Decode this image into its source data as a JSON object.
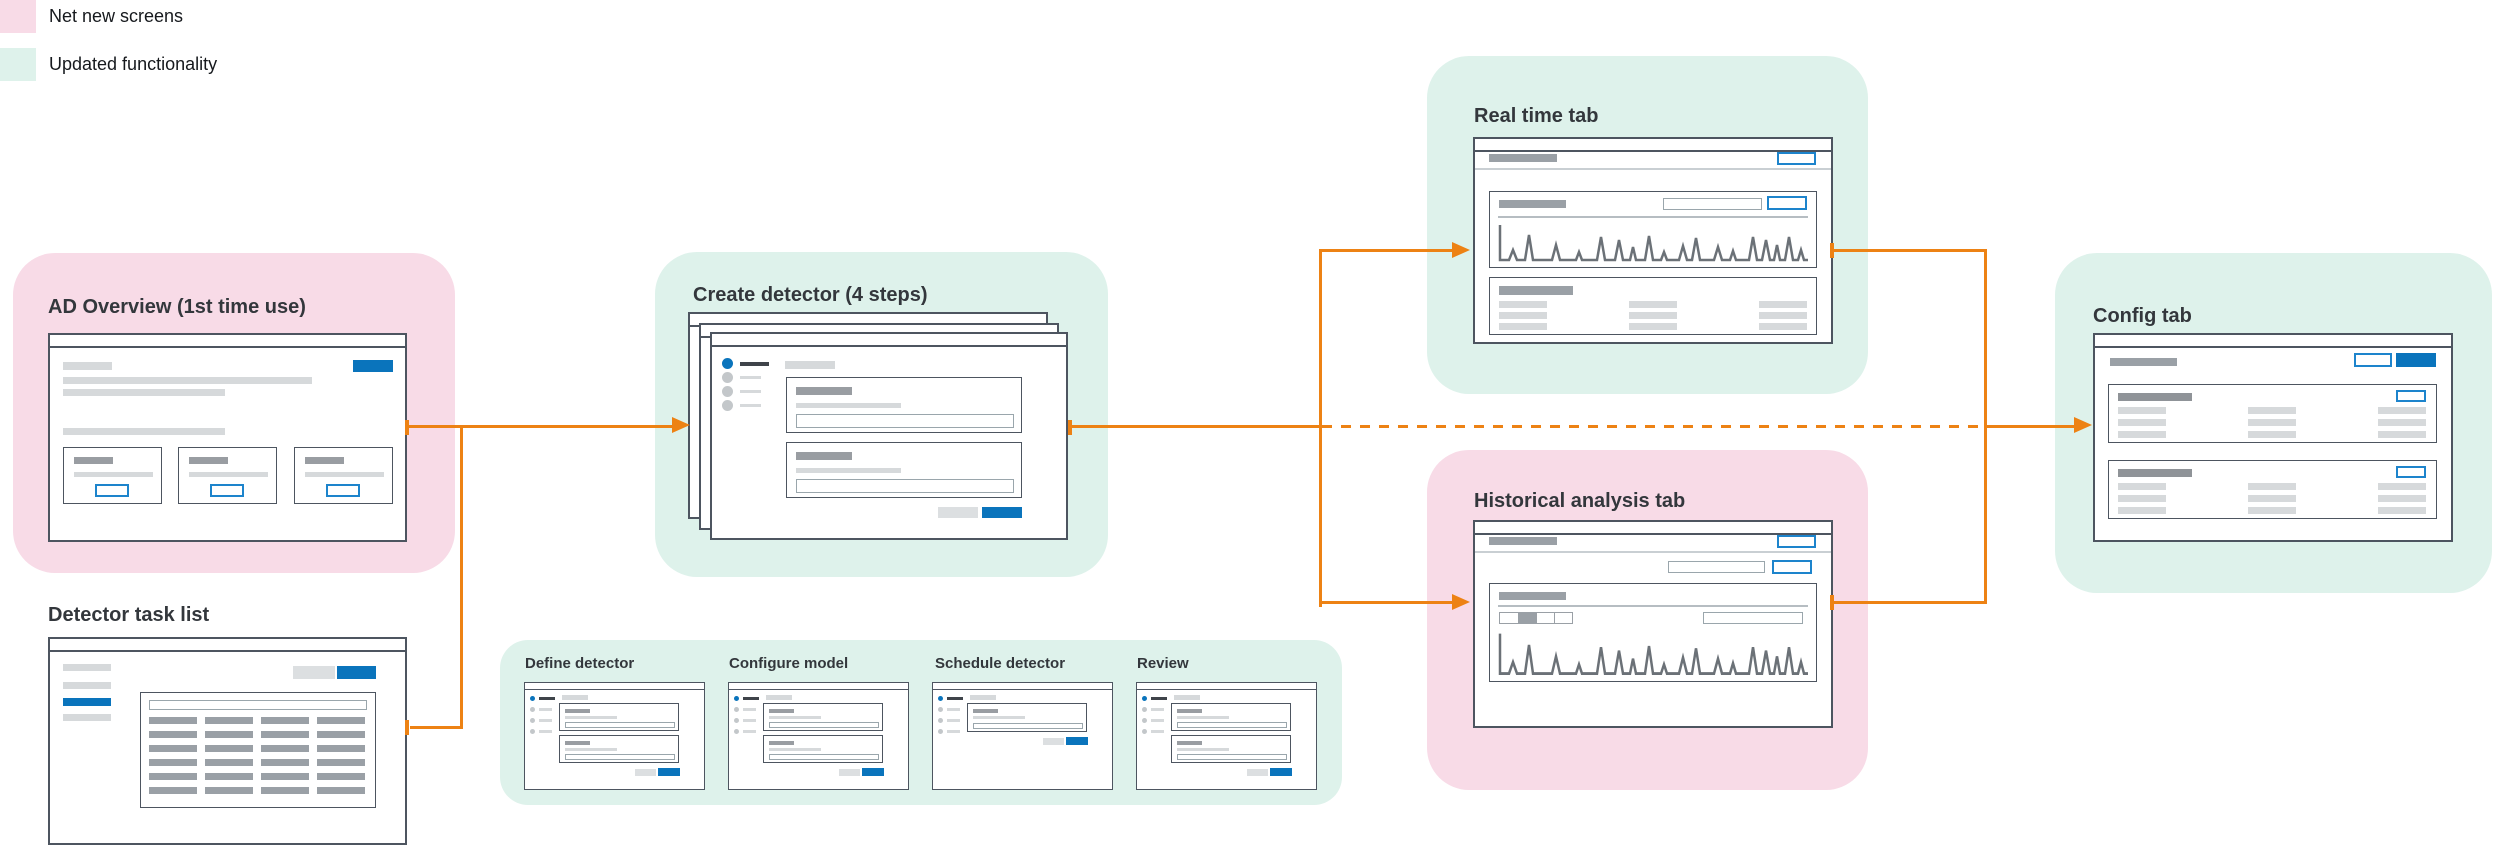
{
  "legend": {
    "items": [
      {
        "label": "Net new screens",
        "color": "#f8dbe7"
      },
      {
        "label": "Updated functionality",
        "color": "#def2eb"
      }
    ]
  },
  "groups": {
    "ad_overview": {
      "title": "AD Overview (1st time use)",
      "highlight": "net-new"
    },
    "detector_task_list": {
      "title": "Detector task list",
      "highlight": "none"
    },
    "create_detector": {
      "title": "Create detector (4 steps)",
      "highlight": "updated"
    },
    "steps": {
      "items": [
        {
          "title": "Define detector"
        },
        {
          "title": "Configure model"
        },
        {
          "title": "Schedule detector"
        },
        {
          "title": "Review"
        }
      ],
      "highlight": "updated"
    },
    "real_time": {
      "title": "Real time tab",
      "highlight": "updated"
    },
    "historical": {
      "title": "Historical analysis tab",
      "highlight": "net-new"
    },
    "config": {
      "title": "Config tab",
      "highlight": "updated"
    }
  },
  "colors": {
    "accent_orange": "#ed8214",
    "brand_blue": "#0a74bc",
    "net_new_pink": "#f8dbe7",
    "updated_mint": "#def2eb"
  }
}
